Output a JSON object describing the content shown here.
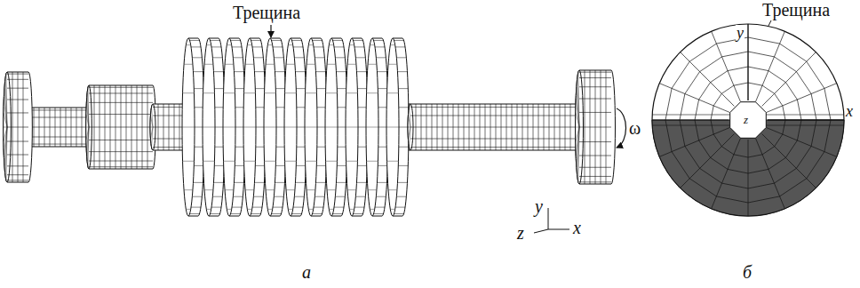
{
  "diagram": {
    "labels": [
      "Трещина",
      "ω",
      "y",
      "z",
      "x",
      "а",
      "Трещина",
      "y",
      "z",
      "x",
      "б"
    ]
  }
}
